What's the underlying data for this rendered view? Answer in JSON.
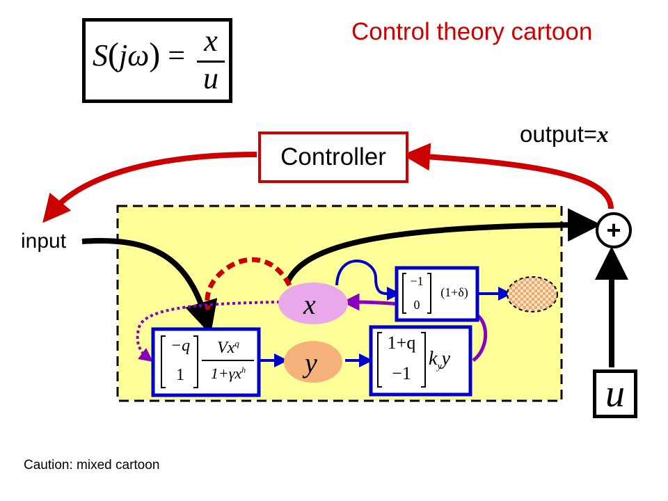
{
  "title": "Control theory cartoon",
  "output_label": {
    "prefix": "output=",
    "var": "x"
  },
  "input_label": "input",
  "controller_label": "Controller",
  "caution": "Caution: mixed cartoon",
  "sum_symbol": "+",
  "u_var": "u",
  "x_var": "x",
  "y_var": "y",
  "equation": {
    "lhs": "S",
    "arg": "jω",
    "num": "x",
    "den": "u"
  },
  "matrix_left": {
    "top": "−q",
    "bottom": "1",
    "frac_num": "Vx",
    "frac_num_exp": "q",
    "frac_den": "1+γx",
    "frac_den_exp": "h"
  },
  "matrix_top": {
    "top": "−1",
    "bottom": "0",
    "factor": "(1+δ)"
  },
  "matrix_right": {
    "top": "1+q",
    "bottom": "−1",
    "factor_k": "k",
    "factor_sub": "y",
    "factor_var": "y"
  },
  "colors": {
    "red": "#cc0000",
    "blue": "#0000cc",
    "purple": "#8800bb",
    "yellow_bg": "#ffff99",
    "oval_x": "#e9a8e9",
    "oval_y": "#f5b27a",
    "hatched": "#f2b482"
  }
}
